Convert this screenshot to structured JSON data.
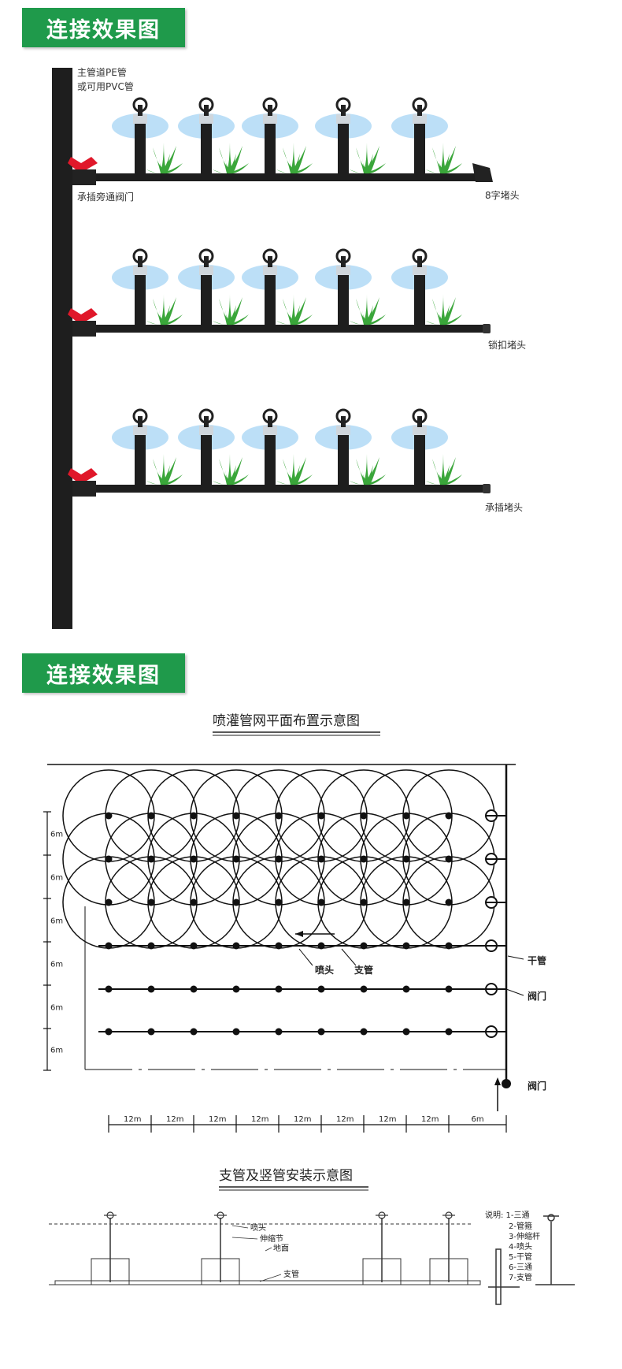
{
  "banner_top": "连接效果图",
  "banner_mid": "连接效果图",
  "connection": {
    "main_pipe_label_1": "主管道PE管",
    "main_pipe_label_2": "或可用PVC管",
    "valve_label": "承插旁通阀门",
    "end_labels": [
      "8字堵头",
      "锁扣堵头",
      "承插堵头"
    ],
    "colors": {
      "pipe": "#1e1e1e",
      "valve": "#e0182a",
      "grass": "#3aa63a",
      "spray": "#9fd1f4"
    }
  },
  "plan": {
    "title": "喷灌管网平面布置示意图",
    "label_nozzle": "喷头",
    "label_branch": "支管",
    "label_main": "干管",
    "label_valve_1": "阀门",
    "label_valve_2": "阀门",
    "spacing_labels": [
      "12m",
      "12m",
      "12m",
      "12m",
      "12m",
      "12m",
      "12m",
      "12m",
      "6m"
    ],
    "left_dims": [
      "6m",
      "6m",
      "6m",
      "6m",
      "6m",
      "6m"
    ]
  },
  "install": {
    "title": "支管及竖管安装示意图",
    "label_nozzle": "喷头",
    "label_telescopic": "伸缩节",
    "label_ground": "地面",
    "label_branch": "支管",
    "legend": [
      "说明: 1-三通",
      "2-管箍",
      "3-伸缩杆",
      "4-喷头",
      "5-干管",
      "6-三通",
      "7-支管"
    ]
  }
}
